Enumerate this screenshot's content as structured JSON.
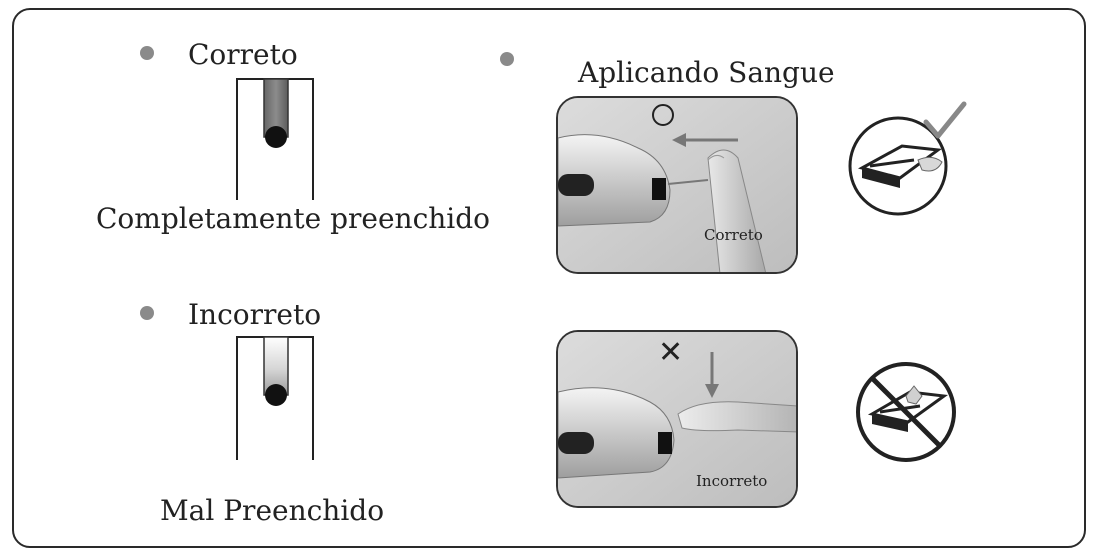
{
  "left": {
    "correct_title": "Correto",
    "correct_caption": "Completamente preenchido",
    "incorrect_title": "Incorreto",
    "incorrect_caption": "Mal Preenchido"
  },
  "right": {
    "title": "Aplicando Sangue",
    "correct_photo_caption": "Correto",
    "incorrect_photo_caption": "Incorreto"
  },
  "icons": {
    "correct_mark": "circle-icon",
    "incorrect_mark": "x-icon",
    "correct_strip": "checkmark-strip-icon",
    "incorrect_strip": "prohibited-strip-icon"
  }
}
